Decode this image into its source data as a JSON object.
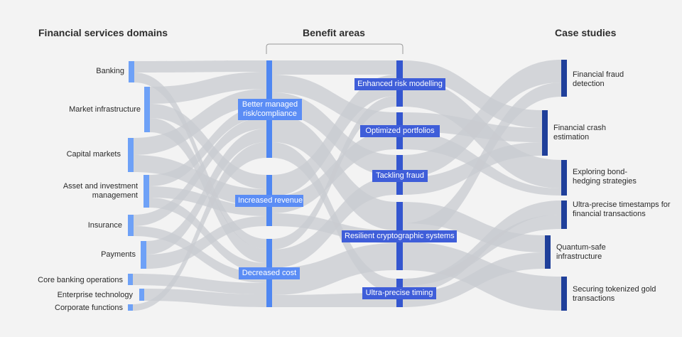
{
  "headers": {
    "domains": "Financial services domains",
    "benefits": "Benefit areas",
    "cases": "Case studies"
  },
  "colors": {
    "flow": "#c9ccd1",
    "domain_node": "#6ea1f7",
    "benefit_a_node": "#4f87f2",
    "benefit_b_node": "#3456cf",
    "case_node": "#1f3f9a",
    "bracket": "#9a9a9a"
  },
  "domains": [
    {
      "label": "Banking"
    },
    {
      "label": "Market infrastructure"
    },
    {
      "label": "Capital markets"
    },
    {
      "label": "Asset and investment management"
    },
    {
      "label": "Insurance"
    },
    {
      "label": "Payments"
    },
    {
      "label": "Core banking operations"
    },
    {
      "label": "Enterprise technology"
    },
    {
      "label": "Corporate functions"
    }
  ],
  "benefits_a": [
    {
      "label": "Better managed risk/compliance"
    },
    {
      "label": "Increased revenue"
    },
    {
      "label": "Decreased cost"
    }
  ],
  "benefits_b": [
    {
      "label": "Enhanced risk modelling"
    },
    {
      "label": "Optimized portfolios"
    },
    {
      "label": "Tackling fraud"
    },
    {
      "label": "Resilient cryptographic systems"
    },
    {
      "label": "Ultra-precise timing"
    }
  ],
  "cases": [
    {
      "label": "Financial fraud detection"
    },
    {
      "label": "Financial crash estimation"
    },
    {
      "label": "Exploring bond-hedging strategies"
    },
    {
      "label": "Ultra-precise timestamps for financial transactions"
    },
    {
      "label": "Quantum-safe infrastructure"
    },
    {
      "label": "Securing tokenized gold transactions"
    }
  ]
}
